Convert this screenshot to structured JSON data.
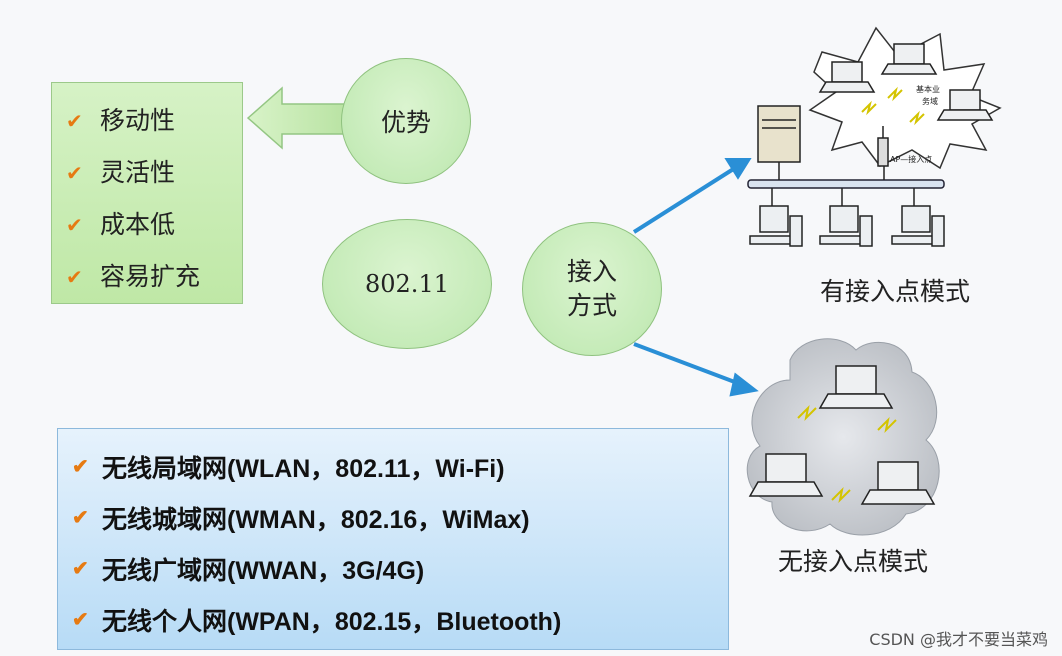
{
  "advantages": {
    "items": [
      "移动性",
      "灵活性",
      "成本低",
      "容易扩充"
    ]
  },
  "nodes": {
    "advantage": "优势",
    "standard": "802.11",
    "access_line1": "接入",
    "access_line2": "方式"
  },
  "network_types": {
    "items": [
      "无线局域网(WLAN，802.11，Wi-Fi)",
      "无线城域网(WMAN，802.16，WiMax)",
      "无线广域网(WWAN，3G/4G)",
      "无线个人网(WPAN，802.15，Bluetooth)"
    ]
  },
  "modes": {
    "with_ap": "有接入点模式",
    "without_ap": "无接入点模式",
    "bss_label_1": "基本业",
    "bss_label_2": "务域",
    "ap_label": "AP—接入点"
  },
  "watermark": "CSDN @我才不要当菜鸡",
  "colors": {
    "check": "#e67a12",
    "arrow_blue": "#2a8fd6",
    "green_box": "#c8ecb3",
    "blue_box": "#bfe0f7"
  }
}
